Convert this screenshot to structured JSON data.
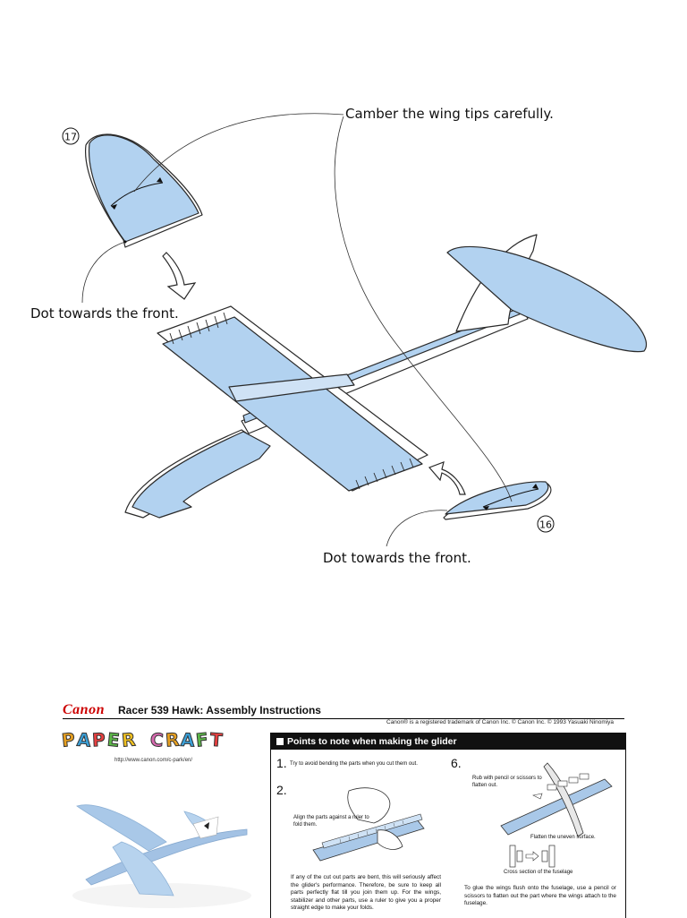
{
  "diagram": {
    "part_17": "17",
    "part_16": "16",
    "callout_camber": "Camber the wing tips carefully.",
    "callout_dot_left": "Dot towards the front.",
    "callout_dot_right": "Dot towards the front.",
    "colors": {
      "part_fill": "#b2d2f0",
      "outline": "#2a2a2a",
      "white_part": "#ffffff"
    }
  },
  "footer": {
    "brand": "Canon",
    "title": "Racer 539 Hawk: Assembly Instructions",
    "trademark": "Canon® is a registered trademark of Canon Inc. © Canon Inc. © 1993 Yasuaki Ninomiya",
    "logo_word1": [
      "P",
      "A",
      "P",
      "E",
      "R"
    ],
    "logo_word2": [
      "C",
      "R",
      "A",
      "F",
      "T"
    ],
    "logo_colors": [
      "#e8a020",
      "#3aa0d8",
      "#e84040",
      "#5cb848",
      "#f0c020",
      "#d86ab0"
    ],
    "url": "http://www.canon.com/c-park/en/",
    "points_heading": "Points to note when making the glider",
    "step1_num": "1.",
    "step1_text": "Try to avoid bending the parts when you cut them out.",
    "step2_num": "2.",
    "step2_caption": "Align the parts against a ruler to fold them.",
    "step2_text": "If any of the cut out parts are bent, this will seriously affect the glider's performance. Therefore, be sure to keep all parts perfectly flat till you join them up. For the wings, stabilizer and other parts, use a ruler to give you a proper straight edge to make your folds.",
    "step6_num": "6.",
    "step6_caption": "Rub with pencil or scissors to flatten out.",
    "step6_flatten": "Flatten the uneven surface.",
    "step6_cross": "Cross section of the fuselage",
    "step6_text": "To glue the wings flush onto the fuselage, use a pencil or scissors to flatten out the part where the wings attach to the fuselage."
  }
}
